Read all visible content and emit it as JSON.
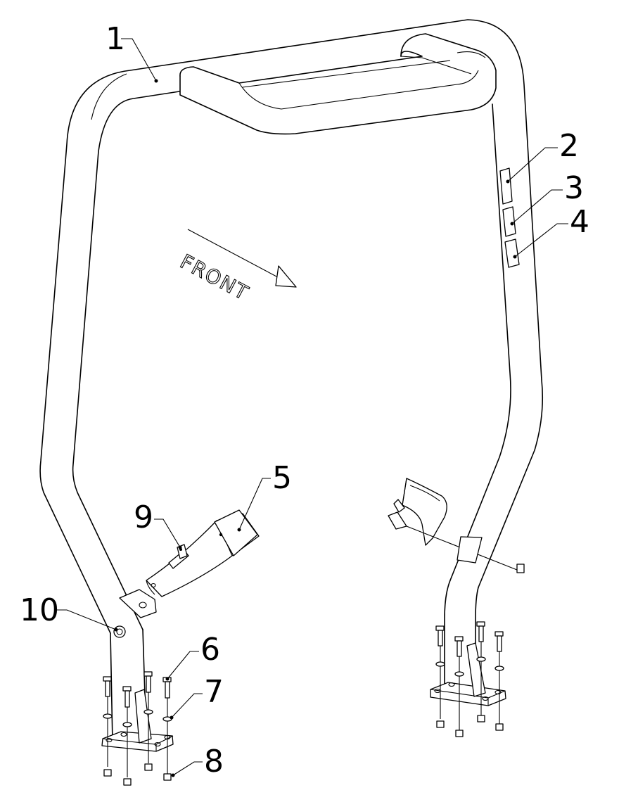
{
  "labels": {
    "p1": "1",
    "p2": "2",
    "p3": "3",
    "p4": "4",
    "p5": "5",
    "p6": "6",
    "p7": "7",
    "p8": "8",
    "p9": "9",
    "p10": "10"
  },
  "direction_label": "FRONT"
}
